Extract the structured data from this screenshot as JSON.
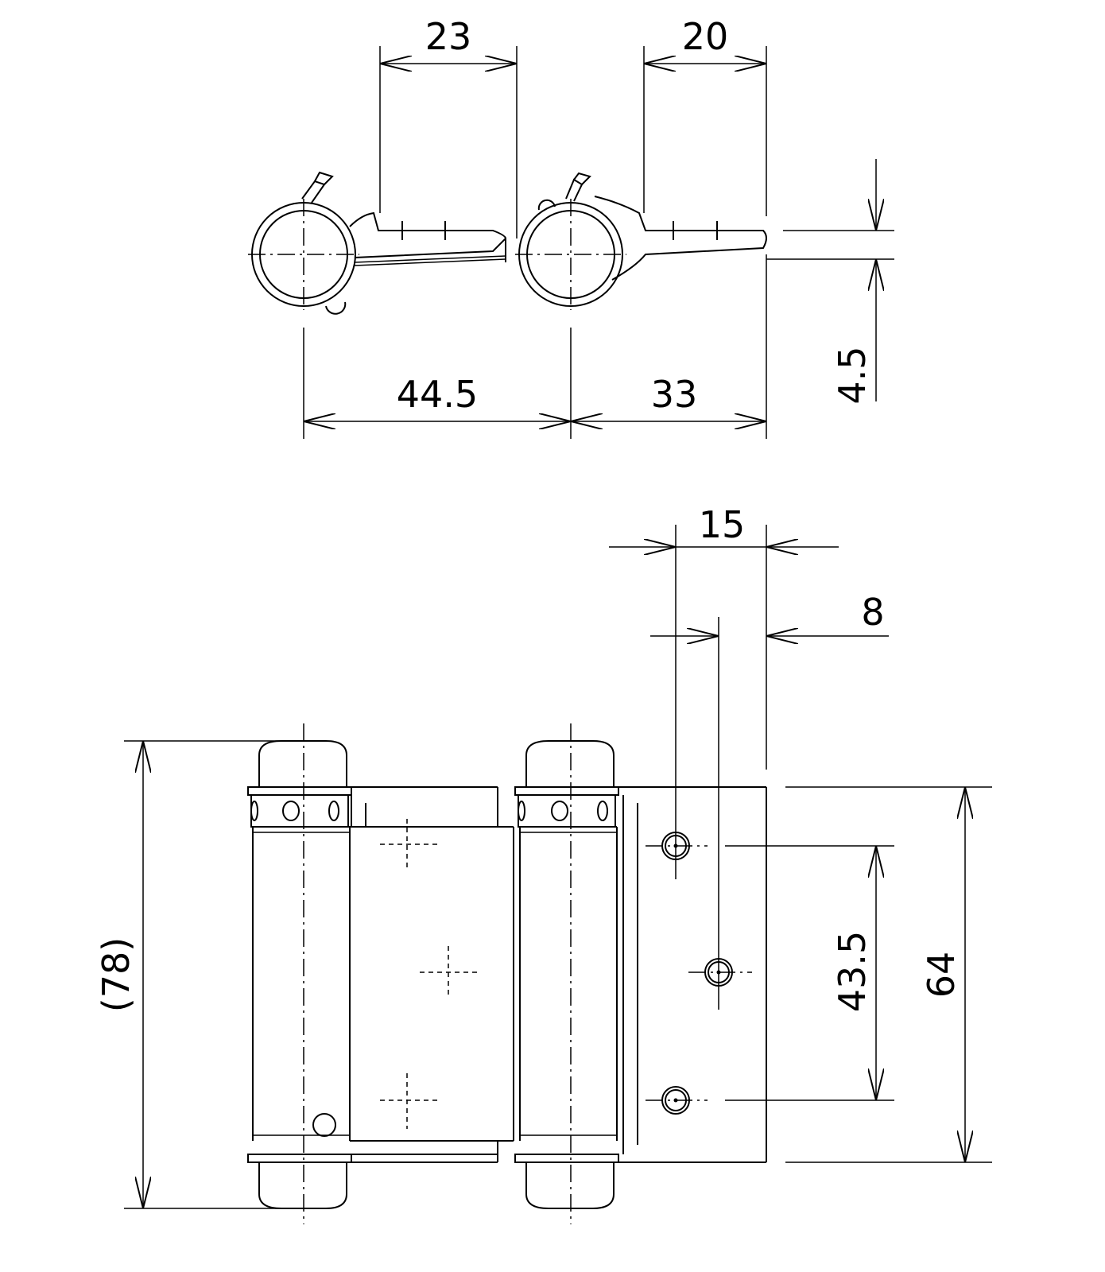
{
  "top_view": {
    "dim_23": "23",
    "dim_20": "20",
    "dim_44_5": "44.5",
    "dim_33": "33",
    "dim_4_5": "4.5"
  },
  "front_view": {
    "dim_15": "15",
    "dim_8": "8",
    "dim_78": "(78)",
    "dim_43_5": "43.5",
    "dim_64": "64"
  }
}
